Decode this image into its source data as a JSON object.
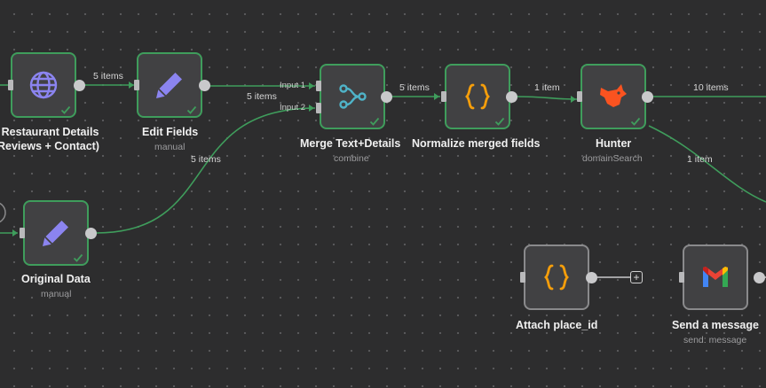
{
  "nodes": {
    "get_details": {
      "title_line1": "t Restaurant Details",
      "title_line2": "Reviews + Contact)"
    },
    "edit_fields": {
      "title": "Edit Fields",
      "subtitle": "manual"
    },
    "original_data": {
      "title": "Original Data",
      "subtitle": "manual"
    },
    "merge": {
      "title": "Merge Text+Details",
      "subtitle": "combine",
      "input1": "Input 1",
      "input2": "Input 2"
    },
    "normalize": {
      "title": "Normalize merged fields"
    },
    "hunter": {
      "title": "Hunter",
      "subtitle": "domainSearch"
    },
    "attach": {
      "title": "Attach place_id"
    },
    "send_message": {
      "title": "Send a message",
      "subtitle": "send: message"
    }
  },
  "edges": {
    "details_to_edit": "5 items",
    "edit_to_merge": "5 items",
    "original_to_merge": "5 items",
    "merge_to_normalize": "5 items",
    "normalize_to_hunter": "1 item",
    "hunter_out_top": "10 items",
    "hunter_out_bottom": "1 item"
  },
  "colors": {
    "canvas": "#2d2d2e",
    "node_fill": "#414143",
    "success_border": "#3f9d5c",
    "connection": "#3f9d5c",
    "code_icon": "#f59e0b",
    "set_icon": "#8b84f0",
    "hunter_icon": "#fa5320"
  },
  "icons": {
    "get_details": "globe-icon",
    "edit_fields": "pencil-icon",
    "original_data": "pencil-icon",
    "merge": "merge-icon",
    "normalize": "code-braces-icon",
    "hunter": "fox-icon",
    "attach": "code-braces-icon",
    "send_message": "gmail-icon"
  }
}
